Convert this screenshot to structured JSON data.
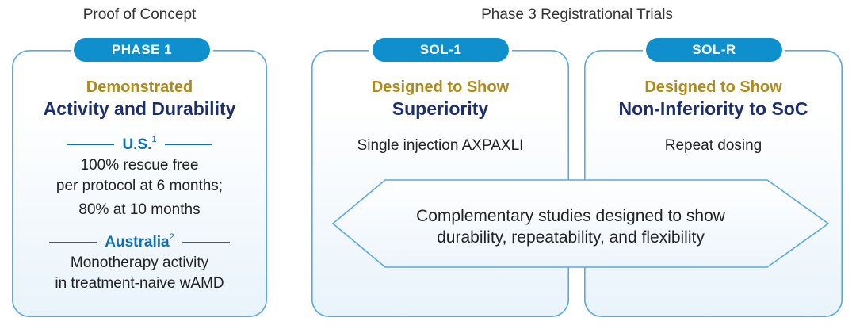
{
  "groups": {
    "left_title": "Proof of Concept",
    "right_title": "Phase 3 Registrational Trials"
  },
  "phase1": {
    "pill": "PHASE 1",
    "heading_line1": "Demonstrated",
    "heading_line2": "Activity and Durability",
    "us_label": "U.S.",
    "us_sup": "1",
    "us_text_line1": "100% rescue free",
    "us_text_line2": "per protocol at 6 months;",
    "us_text_line3": "80% at 10 months",
    "aus_label": "Australia",
    "aus_sup": "2",
    "aus_text_line1": "Monotherapy activity",
    "aus_text_line2": "in treatment-naive wAMD"
  },
  "sol1": {
    "pill": "SOL-1",
    "heading_line1": "Designed to Show",
    "heading_line2": "Superiority",
    "text": "Single injection AXPAXLI"
  },
  "solr": {
    "pill": "SOL-R",
    "heading_line1": "Designed to Show",
    "heading_line2": "Non-Inferiority to SoC",
    "text": "Repeat dosing"
  },
  "banner": {
    "line1": "Complementary studies designed to show",
    "line2": "durability, repeatability, and flexibility"
  },
  "colors": {
    "pill": "#0f8fcb",
    "border": "#5aa9dd",
    "gold": "#b08a17",
    "navy": "#1c2f6b",
    "blue_label": "#0f6eb4"
  }
}
